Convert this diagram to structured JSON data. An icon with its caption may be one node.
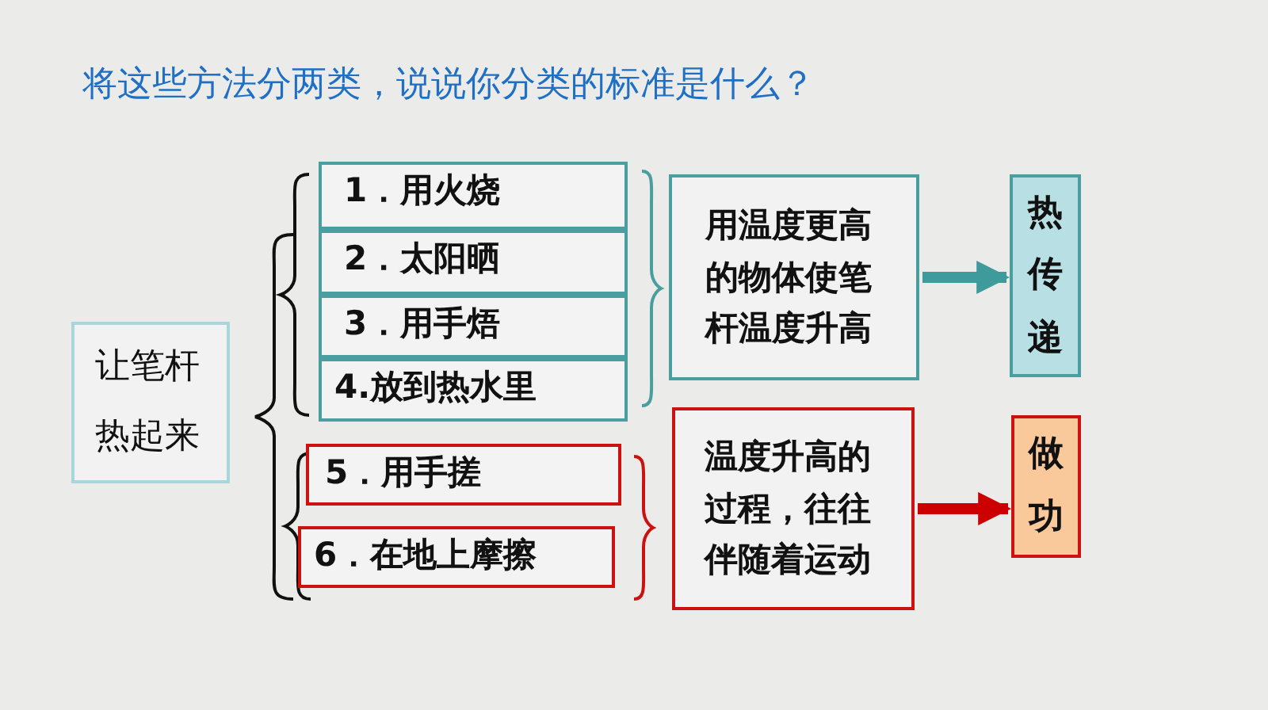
{
  "diagram": {
    "title": "将这些方法分两类，说说你分类的标准是什么？",
    "nodes": [
      {
        "text": [
          "让笔杆热起来"
        ]
      },
      {
        "text": [
          "1．用火烧"
        ]
      },
      {
        "text": [
          "2．太阳晒"
        ]
      },
      {
        "text": [
          "3．用手焐"
        ]
      },
      {
        "text": [
          "4.放到热水里"
        ]
      },
      {
        "text": [
          "5．用手搓"
        ]
      },
      {
        "text": [
          "6．在地上摩擦"
        ]
      },
      {
        "text": [
          "用温度更高的物体使笔杆温度升高"
        ]
      },
      {
        "text": [
          "温度升高的过程，往往伴随着运动"
        ]
      },
      {
        "text": [
          "热传递"
        ]
      },
      {
        "text": [
          "做功"
        ]
      }
    ],
    "edges": [
      {
        "from": 7,
        "to": 9,
        "arrow": "to",
        "color": "#3f9a9c"
      },
      {
        "from": 8,
        "to": 10,
        "arrow": "to",
        "color": "#cc0000"
      }
    ]
  }
}
